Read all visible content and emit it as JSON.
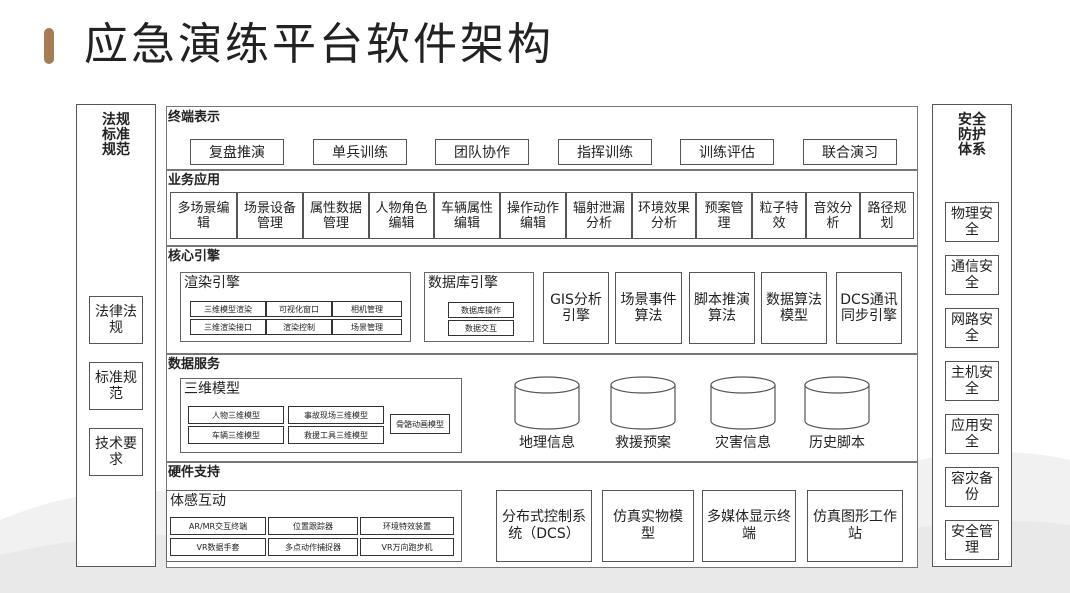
{
  "title": "应急演练平台软件架构",
  "colors": {
    "accent": "#a67c52",
    "border": "#555555"
  },
  "left_column": {
    "header": "法规标准规范",
    "items": [
      "法律法规",
      "标准规范",
      "技术要求"
    ]
  },
  "right_column": {
    "header": "安全防护体系",
    "items": [
      "物理安全",
      "通信安全",
      "网路安全",
      "主机安全",
      "应用安全",
      "容灾备份",
      "安全管理"
    ]
  },
  "terminal": {
    "title": "终端表示",
    "items": [
      "复盘推演",
      "单兵训练",
      "团队协作",
      "指挥训练",
      "训练评估",
      "联合演习"
    ]
  },
  "business": {
    "title": "业务应用",
    "items": [
      "多场景编辑",
      "场景设备管理",
      "属性数据管理",
      "人物角色编辑",
      "车辆属性编辑",
      "操作动作编辑",
      "辐射泄漏分析",
      "环境效果分析",
      "预案管理",
      "粒子特效",
      "音效分析",
      "路径规划"
    ]
  },
  "core": {
    "title": "核心引擎",
    "render": {
      "label": "渲染引擎",
      "items": [
        "三维模型渲染",
        "可视化窗口",
        "相机管理",
        "三维渲染接口",
        "渲染控制",
        "场景管理"
      ]
    },
    "database": {
      "label": "数据库引擎",
      "items": [
        "数据库操作",
        "数据交互"
      ]
    },
    "engines": [
      "GIS分析引擎",
      "场景事件算法",
      "脚本推演算法",
      "数据算法模型",
      "DCS通讯同步引擎"
    ]
  },
  "data_service": {
    "title": "数据服务",
    "models": {
      "label": "三维模型",
      "items": [
        "人物三维模型",
        "事故现场三维模型",
        "车辆三维模型",
        "救援工具三维模型",
        "骨骼动画模型"
      ]
    },
    "stores": [
      "地理信息",
      "救援预案",
      "灾害信息",
      "历史脚本"
    ]
  },
  "hardware": {
    "title": "硬件支持",
    "interaction": {
      "label": "体感互动",
      "items": [
        "AR/MR交互终端",
        "位置跟踪器",
        "环境特效装置",
        "VR数据手套",
        "多点动作捕捉器",
        "VR万向跑步机"
      ]
    },
    "items": [
      "分布式控制系统（DCS）",
      "仿真实物模型",
      "多媒体显示终端",
      "仿真图形工作站"
    ]
  }
}
